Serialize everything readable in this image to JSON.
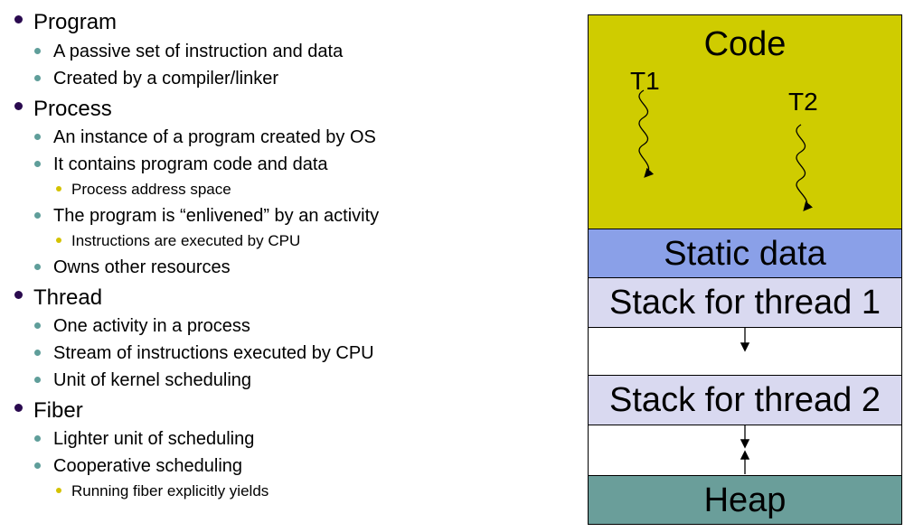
{
  "bullets": [
    {
      "level": 1,
      "text": "Program"
    },
    {
      "level": 2,
      "text": "A passive set of instruction and data"
    },
    {
      "level": 2,
      "text": "Created by a compiler/linker"
    },
    {
      "level": 1,
      "text": "Process"
    },
    {
      "level": 2,
      "text": "An instance of a program created by OS"
    },
    {
      "level": 2,
      "text": "It contains program code and data"
    },
    {
      "level": 3,
      "text": "Process address space"
    },
    {
      "level": 2,
      "text": "The program is “enlivened” by an activity"
    },
    {
      "level": 3,
      "text": "Instructions are executed by CPU"
    },
    {
      "level": 2,
      "text": "Owns other resources"
    },
    {
      "level": 1,
      "text": "Thread"
    },
    {
      "level": 2,
      "text": "One activity in a process"
    },
    {
      "level": 2,
      "text": "Stream of instructions executed by CPU"
    },
    {
      "level": 2,
      "text": "Unit of kernel scheduling"
    },
    {
      "level": 1,
      "text": "Fiber"
    },
    {
      "level": 2,
      "text": "Lighter unit of scheduling"
    },
    {
      "level": 2,
      "text": "Cooperative scheduling"
    },
    {
      "level": 3,
      "text": "Running fiber explicitly yields"
    }
  ],
  "memory": {
    "code": "Code",
    "t1": "T1",
    "t2": "T2",
    "static": "Static data",
    "stack1": "Stack for thread 1",
    "stack2": "Stack for thread 2",
    "heap": "Heap"
  },
  "colors": {
    "code": "#cfcc00",
    "static": "#8aa0e8",
    "stack": "#d9d9f0",
    "free": "#ffffff",
    "heap": "#6a9e9a",
    "bullet1": "#2a0a4f",
    "bullet2": "#5f9e9a",
    "bullet3": "#d4c200"
  }
}
